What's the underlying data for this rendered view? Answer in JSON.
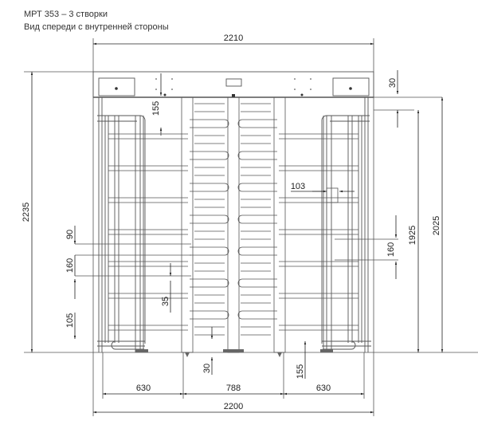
{
  "header": {
    "title": "МРТ 353 – 3 створки",
    "subtitle": "Вид спереди с внутренней стороны"
  },
  "colors": {
    "line": "#444444",
    "frame": "#555555",
    "background": "#ffffff"
  },
  "dimensions": {
    "top_width": "2210",
    "top_offset": "30",
    "upper_gap": "155",
    "total_height": "2235",
    "height_2025": "2025",
    "height_1925": "1925",
    "left_90": "90",
    "left_160": "160",
    "right_160": "160",
    "left_105": "105",
    "center_35": "35",
    "bracket_103": "103",
    "bottom_30": "30",
    "bottom_155": "155",
    "bottom_left": "630",
    "bottom_center": "788",
    "bottom_right": "630",
    "bottom_total": "2200"
  }
}
